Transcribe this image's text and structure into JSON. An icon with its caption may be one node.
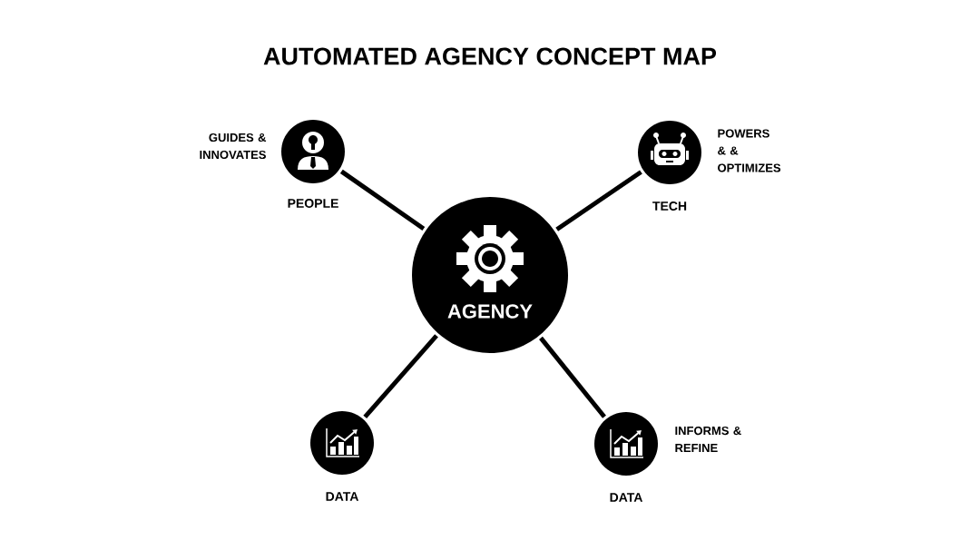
{
  "diagram": {
    "title": "AUTOMATED AGENCY CONCEPT MAP",
    "nodes": [
      {
        "text": [
          "AGENCY"
        ]
      },
      {
        "text": [
          "PEOPLE"
        ],
        "beside": [
          "GUIDES & INNOVATES"
        ]
      },
      {
        "text": [
          "TECH"
        ],
        "beside": [
          "POWERS & & OPTIMIZES"
        ]
      },
      {
        "text": [
          "DATA"
        ]
      },
      {
        "text": [
          "DATA"
        ],
        "beside": [
          "INFORMS & REFINE"
        ]
      }
    ],
    "edges": [
      {
        "from": 0,
        "to": 1,
        "arrow": "none"
      },
      {
        "from": 0,
        "to": 2,
        "arrow": "none"
      },
      {
        "from": 0,
        "to": 3,
        "arrow": "none"
      },
      {
        "from": 0,
        "to": 4,
        "arrow": "none"
      }
    ]
  }
}
